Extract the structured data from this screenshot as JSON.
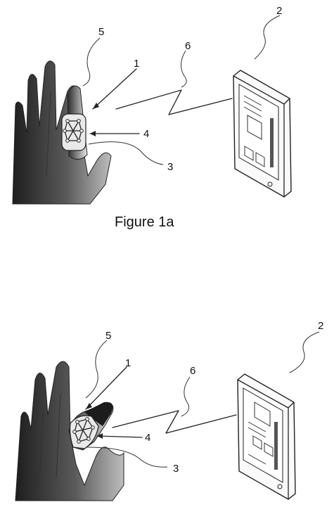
{
  "figures": [
    {
      "caption": "Figure 1a",
      "labels": {
        "device": "2",
        "sensor": "1",
        "strip": "3",
        "circuit": "4",
        "finger": "5",
        "signal": "6"
      }
    },
    {
      "caption": "",
      "labels": {
        "device": "2",
        "sensor": "1",
        "strip": "3",
        "circuit": "4",
        "finger": "5",
        "signal": "6"
      }
    }
  ],
  "colors": {
    "ink": "#222222",
    "shade": "#3a3a3a",
    "background": "#ffffff"
  }
}
